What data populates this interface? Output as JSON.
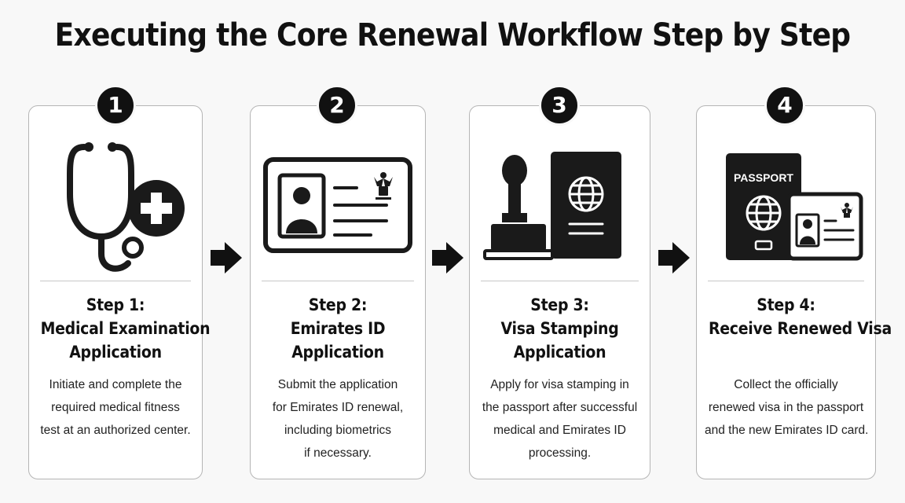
{
  "title": "Executing the Core Renewal Workflow Step by Step",
  "steps": [
    {
      "number": "1",
      "icon": "stethoscope-medical-cross-icon",
      "heading": [
        "Step 1:",
        "Medical Examination",
        "Application"
      ],
      "description": [
        "Initiate and complete the",
        "required medical fitness",
        "test at an authorized center."
      ]
    },
    {
      "number": "2",
      "icon": "emirates-id-card-icon",
      "heading": [
        "Step 2:",
        "Emirates ID",
        "Application"
      ],
      "description": [
        "Submit the application",
        "for Emirates ID renewal,",
        "including biometrics",
        "if necessary."
      ]
    },
    {
      "number": "3",
      "icon": "stamp-and-passport-icon",
      "heading": [
        "Step 3:",
        "Visa Stamping",
        "Application"
      ],
      "description": [
        "Apply for visa stamping in",
        "the passport after successful",
        "medical and Emirates ID",
        "processing."
      ]
    },
    {
      "number": "4",
      "icon": "passport-and-id-card-icon",
      "passport_label": "PASSPORT",
      "heading": [
        "Step 4:",
        "Receive Renewed Visa"
      ],
      "description": [
        "Collect the officially",
        "renewed visa in the passport",
        "and the new Emirates ID card."
      ]
    }
  ],
  "colors": {
    "ink": "#1a1a1a",
    "card_border": "#b5b5b5",
    "background": "#f8f8f8"
  }
}
